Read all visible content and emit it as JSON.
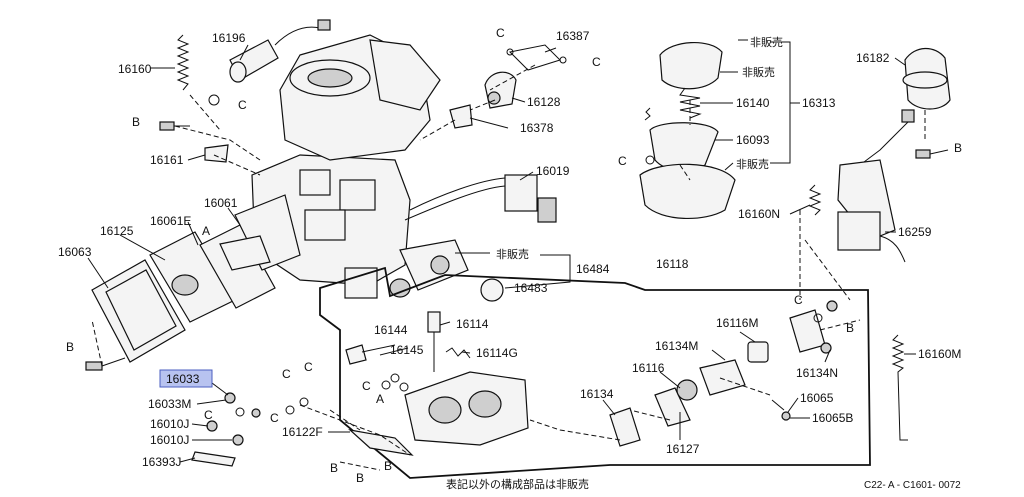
{
  "diagram": {
    "code": "C22- A - C1601- 0072",
    "note": "表記以外の構成部品は非販売",
    "highlighted_part": "16033",
    "labels": {
      "l16196": "16196",
      "l16160": "16160",
      "l16161": "16161",
      "l16061": "16061",
      "l16061E": "16061E",
      "l16125": "16125",
      "l16063": "16063",
      "l16033": "16033",
      "l16033M": "16033M",
      "l16010J_a": "16010J",
      "l16010J_b": "16010J",
      "l16393J": "16393J",
      "l16122F": "16122F",
      "l16387": "16387",
      "l16128": "16128",
      "l16378": "16378",
      "l16019": "16019",
      "l16484": "16484",
      "l16483": "16483",
      "l16118": "16118",
      "l16144": "16144",
      "l16114": "16114",
      "l16145": "16145",
      "l16114G": "16114G",
      "l16134": "16134",
      "l16127": "16127",
      "l16116": "16116",
      "l16116M": "16116M",
      "l16134M": "16134M",
      "l16134N": "16134N",
      "l16065": "16065",
      "l16065B": "16065B",
      "l16313": "16313",
      "l16140": "16140",
      "l16093": "16093",
      "l16182": "16182",
      "l16160N": "16160N",
      "l16259": "16259",
      "l16160M": "16160M"
    },
    "not_sold": "非販売",
    "letters": {
      "A": "A",
      "B": "B",
      "C": "C"
    }
  }
}
